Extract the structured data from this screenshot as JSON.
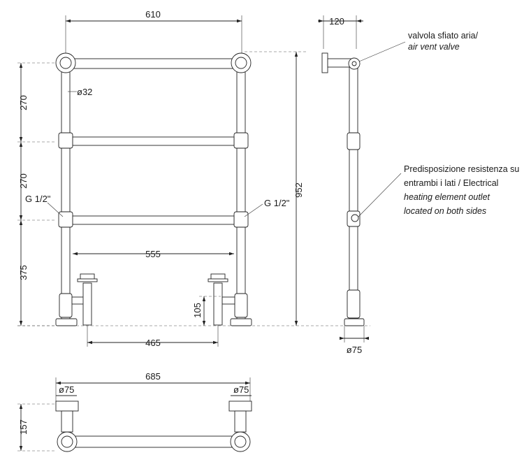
{
  "front_view": {
    "width_overall": "610",
    "width_between_legs": "555",
    "valve_spacing": "465",
    "height_top": "270",
    "height_middle": "270",
    "height_bottom": "375",
    "height_total": "952",
    "valve_height": "105",
    "pipe_diameter": "ø32",
    "thread_left": "G 1/2\"",
    "thread_right": "G 1/2\""
  },
  "side_view": {
    "wall_offset": "120",
    "foot_diameter": "ø75",
    "vent_note": [
      "valvola sfiato aria/",
      "air vent valve"
    ],
    "element_note": [
      "Predisposizione resistenza su",
      "entrambi i lati / Electrical",
      "heating element outlet",
      "located on both sides"
    ]
  },
  "top_view": {
    "depth_overall": "685",
    "depth": "157",
    "foot_left": "ø75",
    "foot_right": "ø75"
  }
}
